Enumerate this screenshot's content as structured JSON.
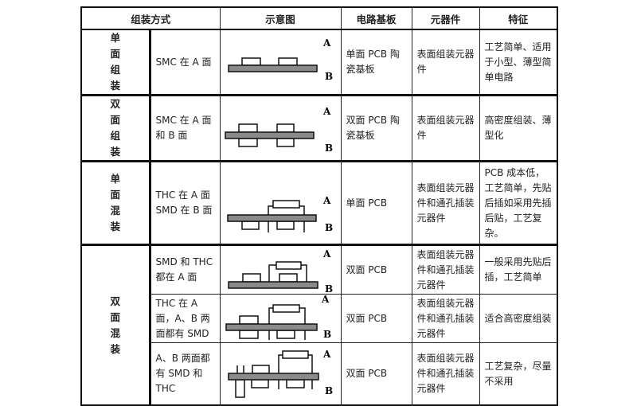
{
  "headers": [
    "组装方式",
    "示意图",
    "电路基板",
    "元器件",
    "特征"
  ],
  "groups": [
    {
      "label": "单\n面\n组\n装"
    },
    {
      "label": "双\n面\n组\n装"
    },
    {
      "label": "单\n面\n混\n装"
    },
    {
      "label": "双\n面\n混\n装"
    }
  ],
  "rows": [
    {
      "method": "SMC 在 A 面",
      "board": "单面 PCB 陶瓷基板",
      "components": "表面组装元器件",
      "feature": "工艺简单、适用于小型、薄型简单电路",
      "label_a": "A",
      "label_b": "B"
    },
    {
      "method": "SMC 在 A 面和 B 面",
      "board": "双面 PCB 陶瓷基板",
      "components": "表面组装元器件",
      "feature": "高密度组装、薄型化",
      "label_a": "A",
      "label_b": "B"
    },
    {
      "method": "THC 在 A 面 SMD 在 B 面",
      "board": "单面 PCB",
      "components": "表面组装元器件和通孔插装元器件",
      "feature": "PCB 成本低，工艺简单，先贴后插如采用先插后贴，工艺复杂。",
      "label_a": "A",
      "label_b": "B"
    },
    {
      "method": "SMD 和 THC 都在 A 面",
      "board": "双面 PCB",
      "components": "表面组装元器件和通孔插装元器件",
      "feature": "一般采用先贴后插，工艺简单",
      "label_a": "A",
      "label_b": "B"
    },
    {
      "method": "THC 在 A 面，A、B 两面都有 SMD",
      "board": "双面 PCB",
      "components": "表面组装元器件和通孔插装元器件",
      "feature": "适合高密度组装",
      "label_a": "A",
      "label_b": "B"
    },
    {
      "method": "A、B 两面都有 SMD 和 THC",
      "board": "双面 PCB",
      "components": "表面组装元器件和通孔插装元器件",
      "feature": "工艺复杂，尽量不采用",
      "label_a": "A",
      "label_b": "B"
    }
  ],
  "colors": {
    "board_fill": "#8a8a8a",
    "line": "#111111"
  }
}
